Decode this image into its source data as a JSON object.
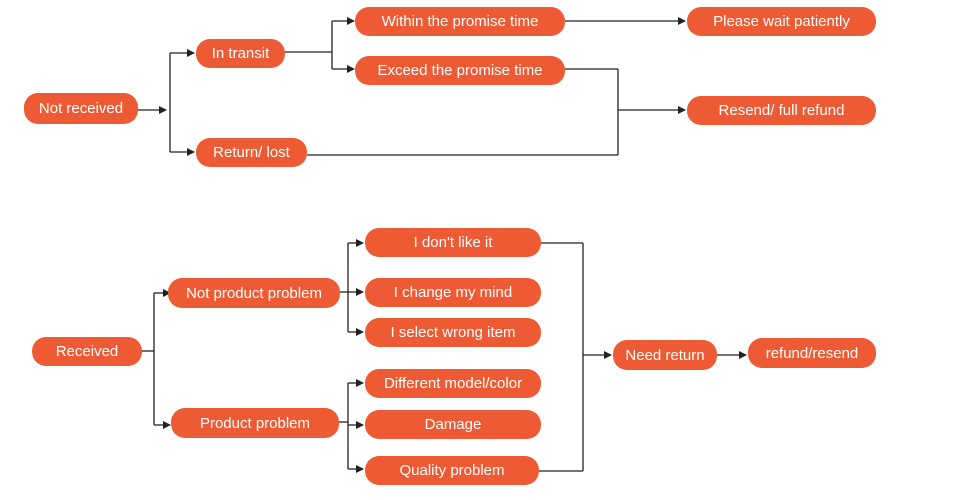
{
  "diagrams": {
    "not_received": {
      "root": "Not received",
      "in_transit": "In transit",
      "return_lost": "Return/ lost",
      "within_promise": "Within the promise time",
      "exceed_promise": "Exceed the promise time",
      "please_wait": "Please wait patiently",
      "resend_refund": "Resend/ full refund"
    },
    "received": {
      "root": "Received",
      "not_product_problem": "Not product problem",
      "product_problem": "Product problem",
      "dont_like": "I don't like it",
      "change_mind": "I change my mind",
      "wrong_item": "I select wrong item",
      "different_model": "Different model/color",
      "damage": "Damage",
      "quality_problem": "Quality problem",
      "need_return": "Need return",
      "refund_resend": "refund/resend"
    }
  },
  "colors": {
    "node_fill": "#ee5a33",
    "node_text": "#ffffff",
    "connector": "#222222"
  }
}
